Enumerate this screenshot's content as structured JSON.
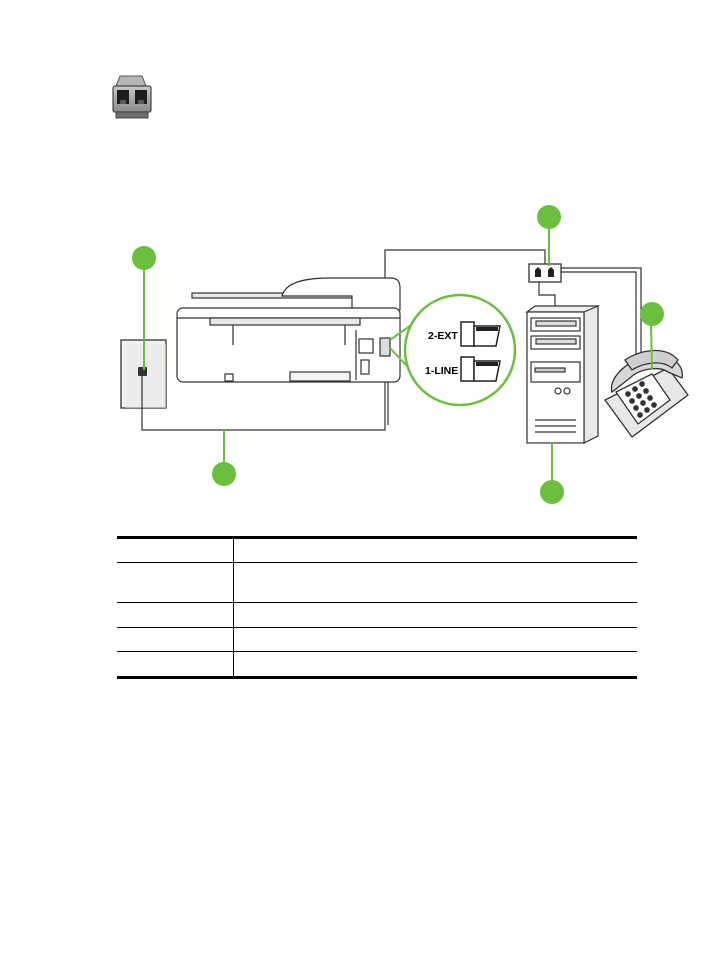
{
  "diagram": {
    "port_labels": {
      "ext": "2-EXT",
      "line": "1-LINE"
    },
    "accent_color": "#6bbf3f",
    "callout_badges": [
      "wall-jack",
      "cable",
      "splitter",
      "computer",
      "telephone"
    ]
  },
  "legend": {
    "rows": [
      {
        "number": "",
        "description": ""
      },
      {
        "number": "",
        "description": ""
      },
      {
        "number": "",
        "description": ""
      },
      {
        "number": "",
        "description": ""
      },
      {
        "number": "",
        "description": ""
      }
    ]
  }
}
